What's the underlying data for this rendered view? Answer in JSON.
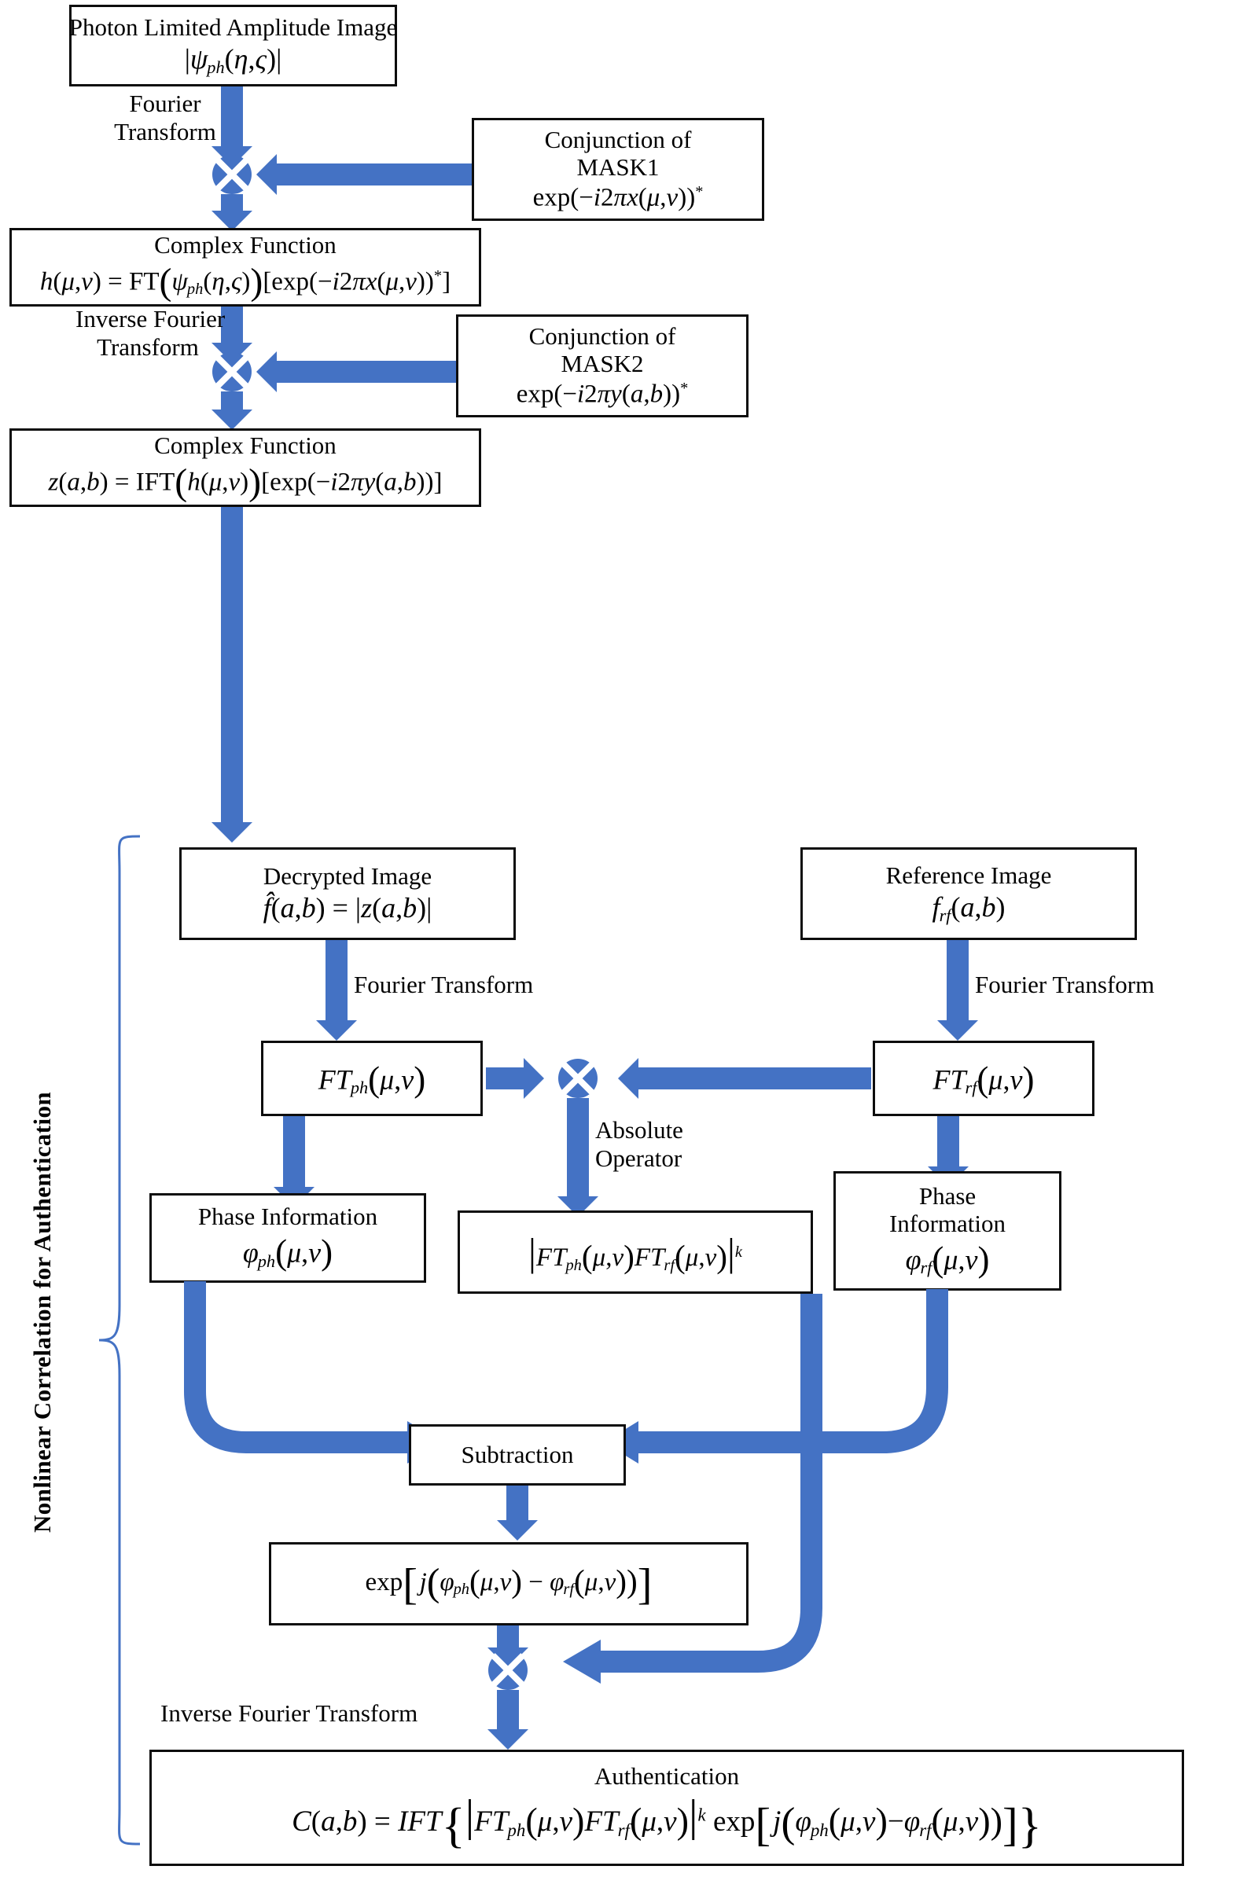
{
  "diagram": {
    "title": "Nonlinear Correlation for Authentication flowchart",
    "accent_color": "#4472C4",
    "line_color": "#0D0D0D",
    "vertical_label": "Nonlinear Correlation for Authentication"
  },
  "boxes": {
    "photon_input": {
      "title": "Photon Limited Amplitude Image",
      "formula_plain": "|ψ_ph(η,ς)|"
    },
    "mask1": {
      "line1": "Conjunction of",
      "line2": "MASK1",
      "formula_plain": "exp(−i2πx(μ,ν))*"
    },
    "mask2": {
      "line1": "Conjunction of",
      "line2": "MASK2",
      "formula_plain": "exp(−i2πy(a,b))*"
    },
    "complex_h": {
      "title": "Complex Function",
      "formula_plain": "h(μ,ν) = FT(ψ_ph(η,ς))[exp(−i2πx(μ,ν))*]"
    },
    "complex_z": {
      "title": "Complex Function",
      "formula_plain": "z(a,b) = IFT(h(μ,ν))[exp(−i2πy(a,b))]"
    },
    "decrypted": {
      "title": "Decrypted Image",
      "formula_plain": "f̂(a,b) = |z(a,b)|"
    },
    "reference": {
      "title": "Reference Image",
      "formula_plain": "f_rf(a,b)"
    },
    "ft_ph": {
      "formula_plain": "FT_ph(μ,ν)"
    },
    "ft_rf": {
      "formula_plain": "FT_rf(μ,ν)"
    },
    "phase_ph": {
      "title": "Phase Information",
      "formula_plain": "φ_ph(μ,ν)"
    },
    "phase_rf": {
      "title_line1": "Phase",
      "title_line2": "Information",
      "formula_plain": "φ_rf(μ,ν)"
    },
    "absolute_product": {
      "formula_plain": "|FT_ph(μ,ν) FT_rf(μ,ν)|^k"
    },
    "subtraction": {
      "label": "Subtraction"
    },
    "exp_phase": {
      "formula_plain": "exp[ j(φ_ph(μ,ν) − φ_rf(μ,ν)) ]"
    },
    "authentication": {
      "title": "Authentication",
      "formula_plain": "C(a,b) = IFT{ |FT_ph(μ,ν) FT_rf(μ,ν)|^k exp[ j(φ_ph(μ,ν) − φ_rf(μ,ν)) ] }"
    }
  },
  "edge_labels": {
    "fourier_transform_1_line1": "Fourier",
    "fourier_transform_1_line2": "Transform",
    "inverse_fourier_line1": "Inverse Fourier",
    "inverse_fourier_line2": "Transform",
    "fourier_transform_left": "Fourier Transform",
    "fourier_transform_right": "Fourier Transform",
    "absolute_operator_line1": "Absolute",
    "absolute_operator_line2": "Operator",
    "inverse_fourier_bottom": "Inverse Fourier Transform"
  },
  "icons": {
    "multiply": "multiply-circle-icon",
    "arrow_down": "arrow-down-icon",
    "arrow_left": "arrow-left-icon",
    "arrow_right": "arrow-right-icon"
  }
}
